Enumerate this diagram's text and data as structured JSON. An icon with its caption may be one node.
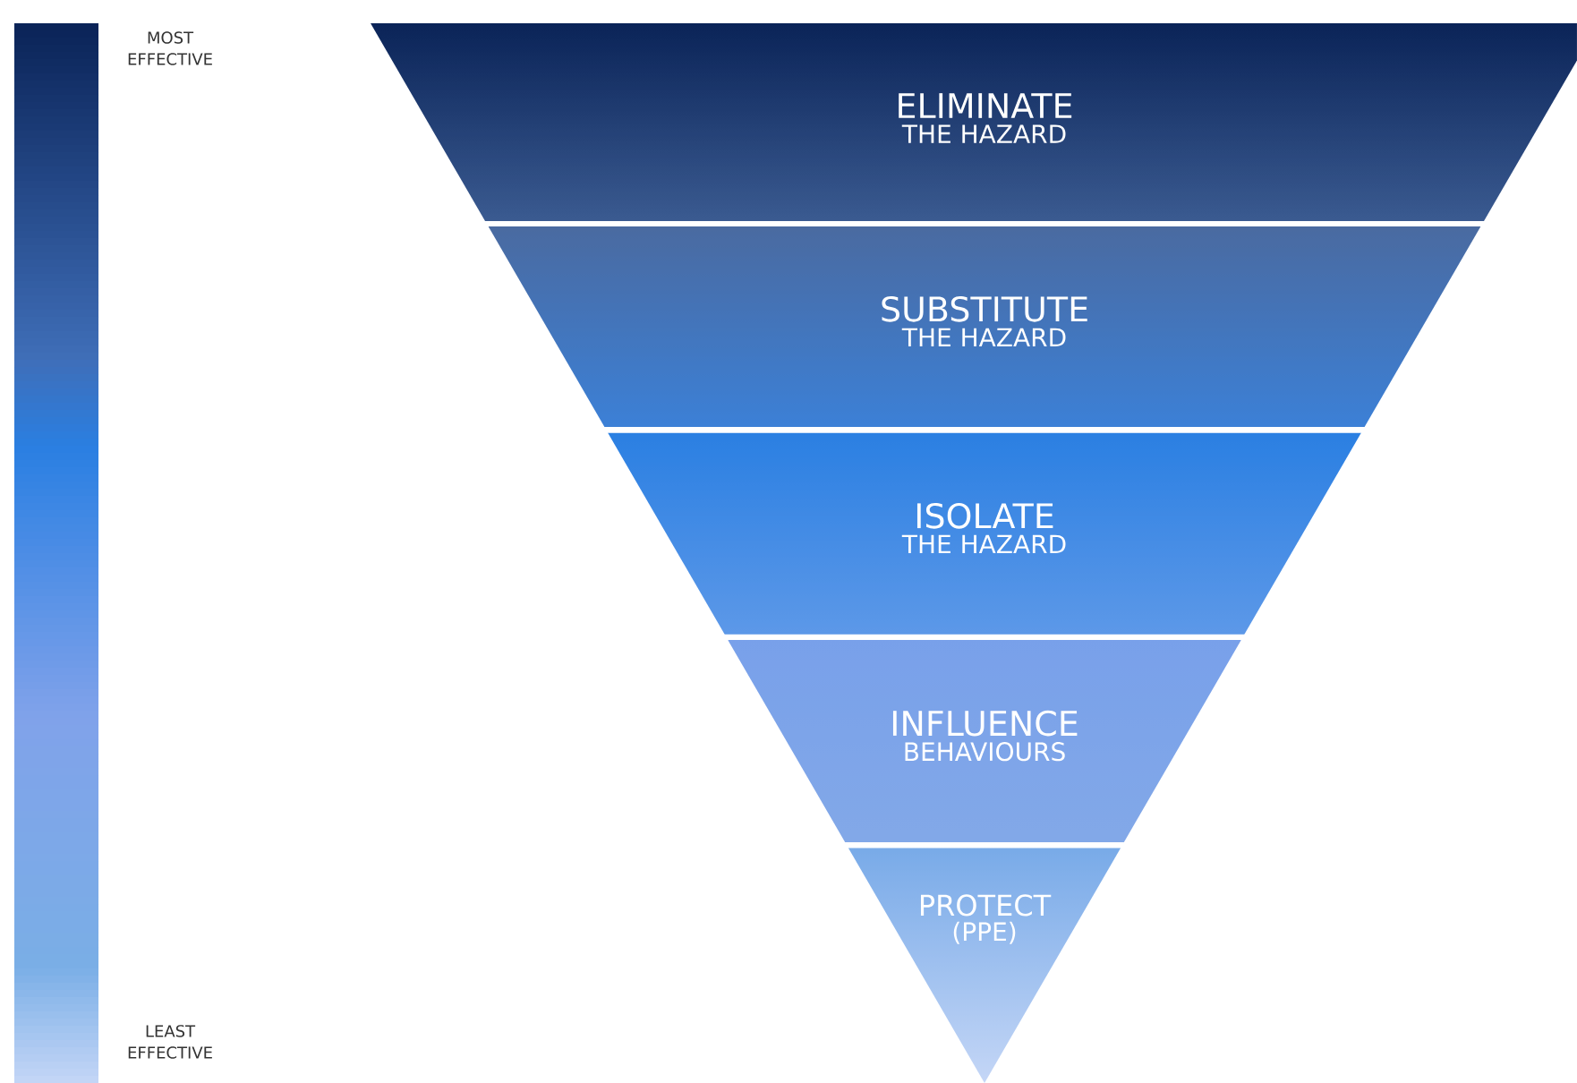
{
  "diagram": {
    "nodes": [
      {
        "text": [
          "ELIMINATE",
          "THE HAZARD"
        ]
      },
      {
        "text": [
          "SUBSTITUTE",
          "THE HAZARD"
        ]
      },
      {
        "text": [
          "ISOLATE",
          "THE HAZARD"
        ]
      },
      {
        "text": [
          "INFLUENCE",
          "BEHAVIOURS"
        ]
      },
      {
        "text": [
          "PROTECT",
          "(PPE)"
        ]
      }
    ],
    "labels": [
      "MOST EFFECTIVE",
      "LEAST EFFECTIVE"
    ]
  }
}
